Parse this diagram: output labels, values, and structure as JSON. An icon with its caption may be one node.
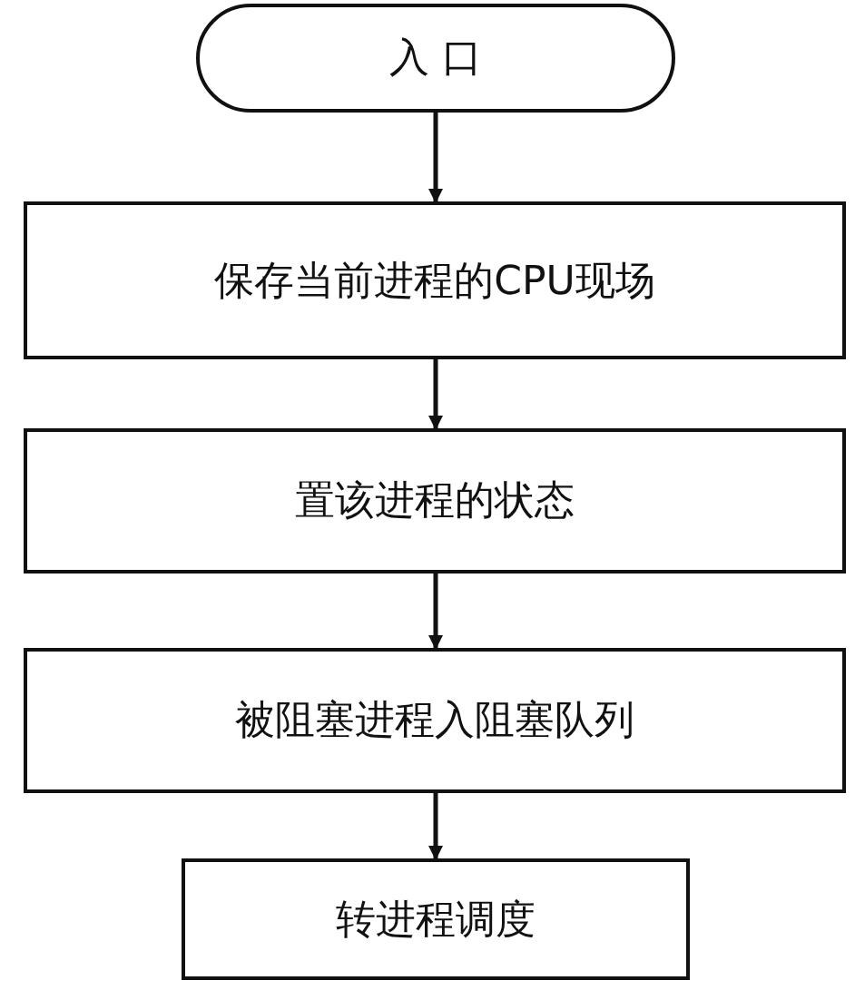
{
  "diagram": {
    "nodes": [
      {
        "text": [
          "入 口"
        ]
      },
      {
        "text": [
          "保存当前进程的CPU现场"
        ]
      },
      {
        "text": [
          "置该进程的状态"
        ]
      },
      {
        "text": [
          "被阻塞进程入阻塞队列"
        ]
      },
      {
        "text": [
          "转进程调度"
        ]
      }
    ],
    "edges": [
      {
        "from": 0,
        "to": 1,
        "arrow": "to"
      },
      {
        "from": 1,
        "to": 2,
        "arrow": "to"
      },
      {
        "from": 2,
        "to": 3,
        "arrow": "to"
      },
      {
        "from": 3,
        "to": 4,
        "arrow": "to"
      }
    ]
  }
}
